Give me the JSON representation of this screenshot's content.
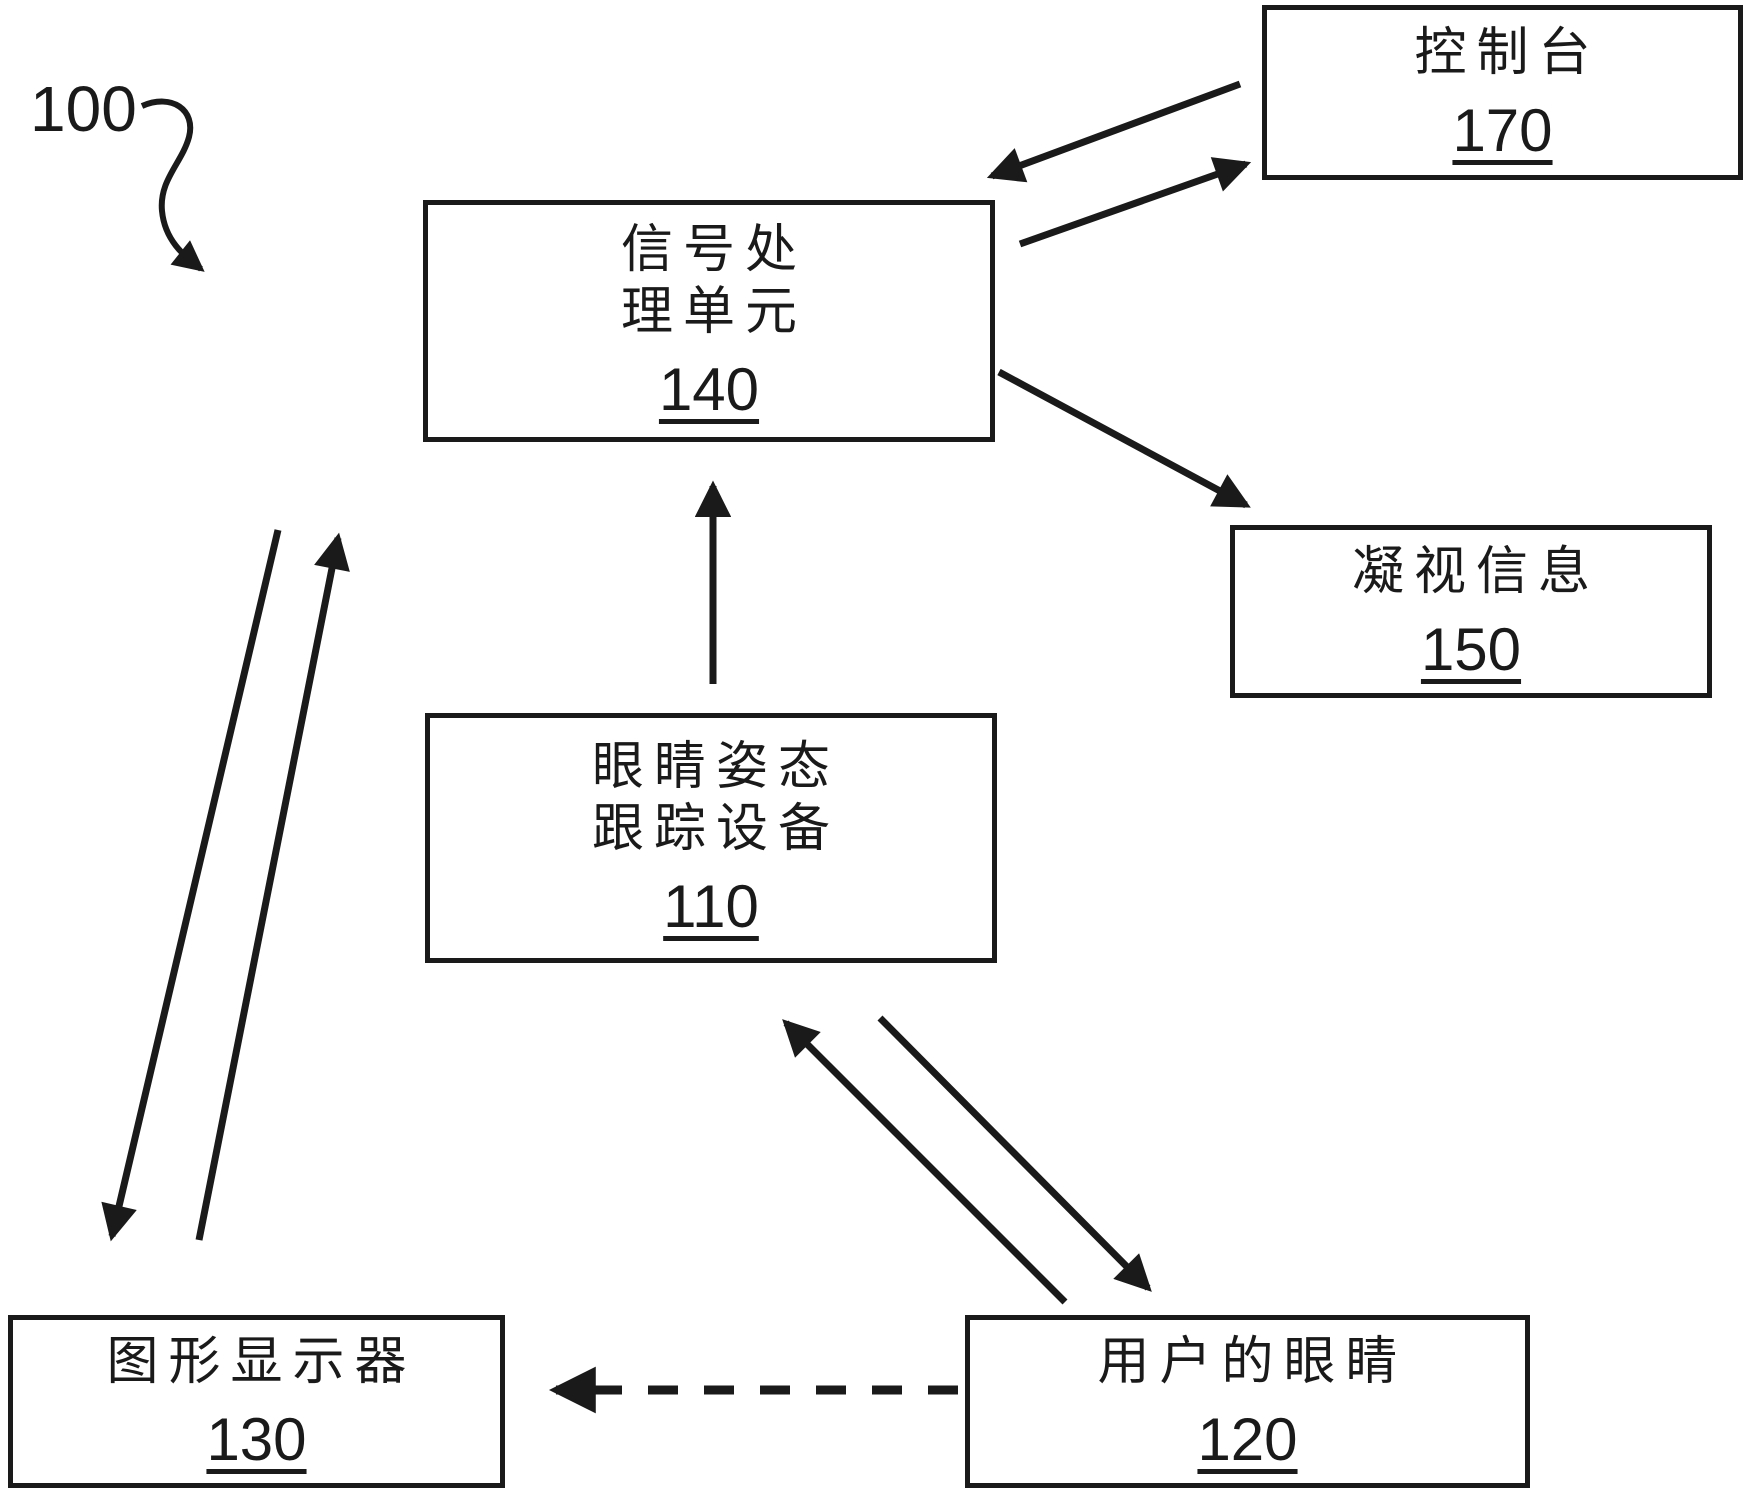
{
  "figure_label": {
    "text": "100"
  },
  "boxes": {
    "console": {
      "line1": "控制台",
      "number": "170"
    },
    "signal_processing_unit": {
      "line1": "信号处",
      "line2": "理单元",
      "number": "140"
    },
    "gaze_information": {
      "line1": "凝视信息",
      "number": "150"
    },
    "eye_pose_tracker": {
      "line1": "眼睛姿态",
      "line2": "跟踪设备",
      "number": "110"
    },
    "graphics_display": {
      "line1": "图形显示器",
      "number": "130"
    },
    "users_eyes": {
      "line1": "用户的眼睛",
      "number": "120"
    }
  },
  "colors": {
    "line": "#1a1a1a",
    "background": "#ffffff"
  },
  "connections": [
    {
      "from": "控制台 170",
      "to": "信号处理单元 140",
      "style": "solid-arrow"
    },
    {
      "from": "信号处理单元 140",
      "to": "控制台 170",
      "style": "solid-arrow"
    },
    {
      "from": "信号处理单元 140",
      "to": "凝视信息 150",
      "style": "solid-arrow"
    },
    {
      "from": "眼睛姿态跟踪设备 110",
      "to": "信号处理单元 140",
      "style": "solid-arrow"
    },
    {
      "from": "信号处理单元 140",
      "to": "图形显示器 130",
      "style": "solid-arrow"
    },
    {
      "from": "图形显示器 130",
      "to": "信号处理单元 140",
      "style": "solid-arrow"
    },
    {
      "from": "用户的眼睛 120",
      "to": "眼睛姿态跟踪设备 110",
      "style": "solid-arrow"
    },
    {
      "from": "眼睛姿态跟踪设备 110",
      "to": "用户的眼睛 120",
      "style": "solid-arrow"
    },
    {
      "from": "用户的眼睛 120",
      "to": "图形显示器 130",
      "style": "dashed-arrow"
    }
  ]
}
